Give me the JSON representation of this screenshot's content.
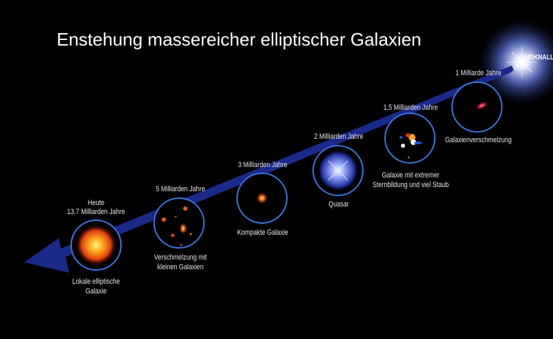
{
  "title": "Enstehung massereicher elliptischer Galaxien",
  "big_bang_label": "URKNALL",
  "stages": [
    {
      "time_line1": "Heute",
      "time_line2": "13.7 Milliarden Jahre",
      "desc_line1": "Lokale elliptische",
      "desc_line2": "Galaxie"
    },
    {
      "time_line1": "5 Milliarden Jahre",
      "desc_line1": "Verschmelzung mit",
      "desc_line2": "kleinen Galaxien"
    },
    {
      "time_line1": "3 Milliarden Jahre",
      "desc_line1": "Kompakte Galaxie"
    },
    {
      "time_line1": "2 Milliarden Jahre",
      "desc_line1": "Quasar"
    },
    {
      "time_line1": "1,5 Milliarden Jahre",
      "desc_line1": "Galaxie mit extremer",
      "desc_line2": "Sternbildung und viel Staub"
    },
    {
      "time_line1": "1 Milliarde Jahre",
      "desc_line1": "Galaxienverschmelzung"
    }
  ],
  "colors": {
    "background": "#000000",
    "arrow": "#1a2a8a",
    "ring": "#3a78e0"
  }
}
